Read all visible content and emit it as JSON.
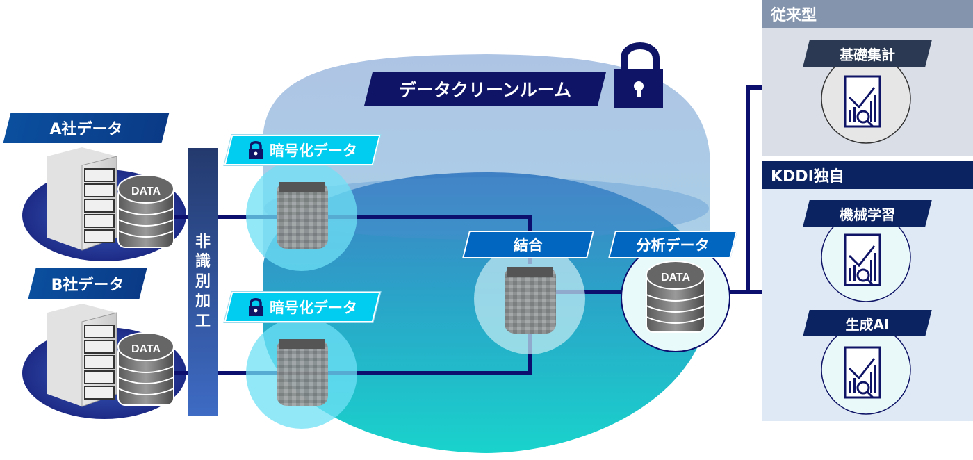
{
  "diagram": {
    "title": "データクリーンルーム",
    "sources": [
      {
        "label": "A社データ",
        "db_label": "DATA"
      },
      {
        "label": "B社データ",
        "db_label": "DATA"
      }
    ],
    "deidentification": {
      "label": "非識別加工",
      "chars": [
        "非",
        "識",
        "別",
        "加",
        "工"
      ]
    },
    "encrypted": [
      {
        "label": "暗号化データ"
      },
      {
        "label": "暗号化データ"
      }
    ],
    "join": {
      "label": "結合"
    },
    "analysis": {
      "label": "分析データ",
      "db_label": "DATA"
    },
    "outputs": {
      "conventional": {
        "header": "従来型",
        "items": [
          {
            "label": "基礎集計",
            "icon": "report-chart-icon"
          }
        ]
      },
      "kddi": {
        "header": "KDDI独自",
        "items": [
          {
            "label": "機械学習",
            "icon": "report-chart-icon"
          },
          {
            "label": "生成AI",
            "icon": "report-chart-icon"
          }
        ]
      }
    },
    "colors": {
      "navy": "#0f1466",
      "line": "#0d0f6e",
      "cyan": "#00cdef",
      "blue_label": "#0066bf",
      "panel_conventional_header": "#8494ad",
      "panel_conventional_bg": "#d9dee7",
      "panel_kddi_header": "#0b2360",
      "panel_kddi_bg": "#dfe9f5"
    }
  }
}
